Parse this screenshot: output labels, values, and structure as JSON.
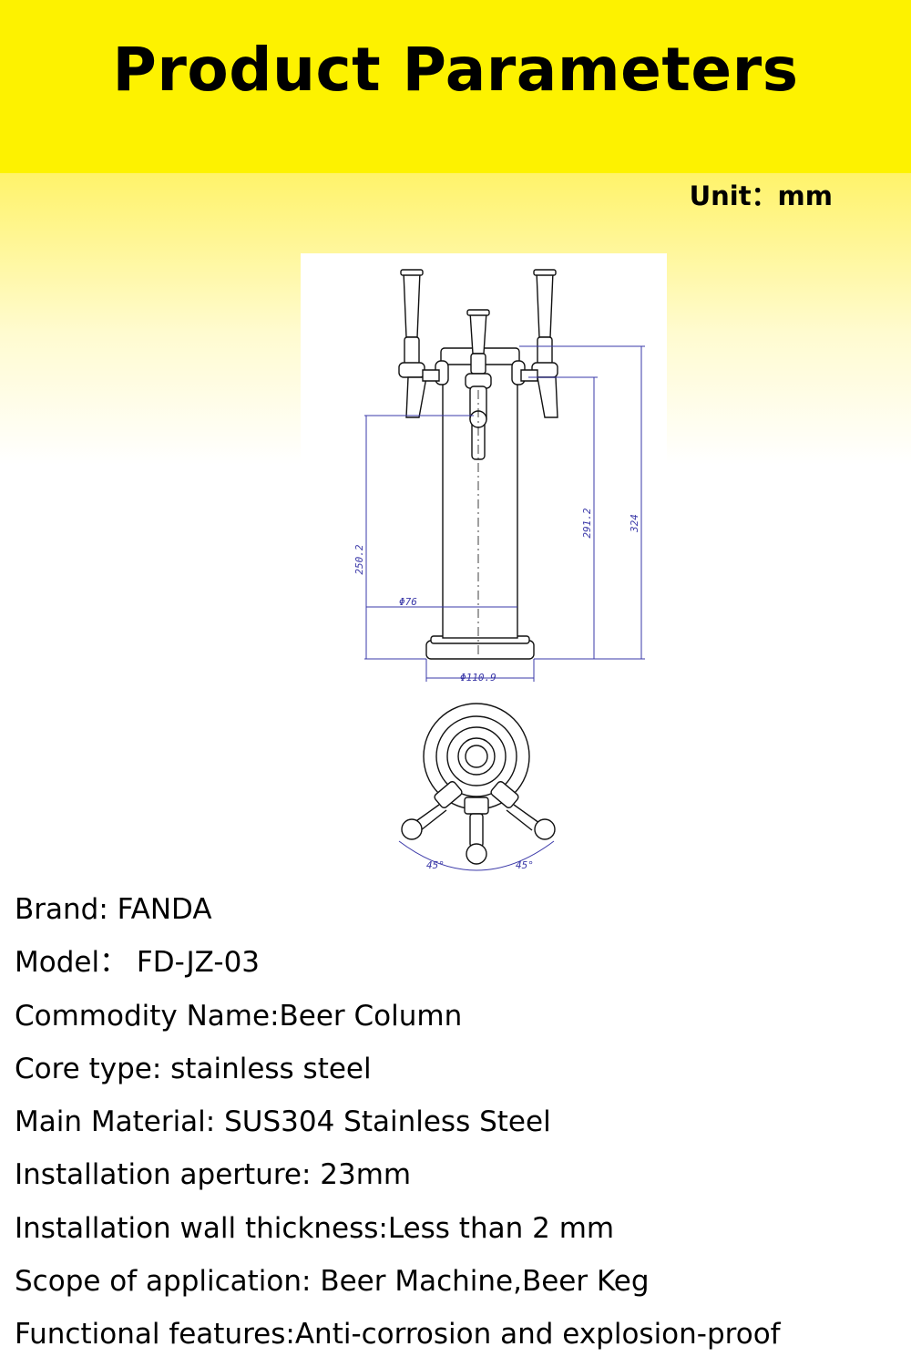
{
  "header": {
    "title": "Product Parameters"
  },
  "unit_label": "Unit：mm",
  "drawing": {
    "dimensions": {
      "tower_height": "250.2",
      "tap_height": "291.2",
      "total_height": "324",
      "column_diameter": "Φ76",
      "base_diameter": "Φ110.9",
      "angle_left": "45°",
      "angle_right": "45°"
    },
    "line_color": "#3a38a8"
  },
  "specs": [
    "Brand: FANDA",
    "Model：  FD-JZ-03",
    "Commodity Name:Beer Column",
    "Core type: stainless steel",
    "Main Material: SUS304 Stainless Steel",
    "Installation aperture: 23mm",
    "Installation wall thickness:Less than 2 mm",
    "Scope of application: Beer Machine,Beer Keg",
    "Functional features:Anti-corrosion and explosion-proof"
  ],
  "colors": {
    "header_yellow": "#fdf200",
    "text": "#000000"
  }
}
